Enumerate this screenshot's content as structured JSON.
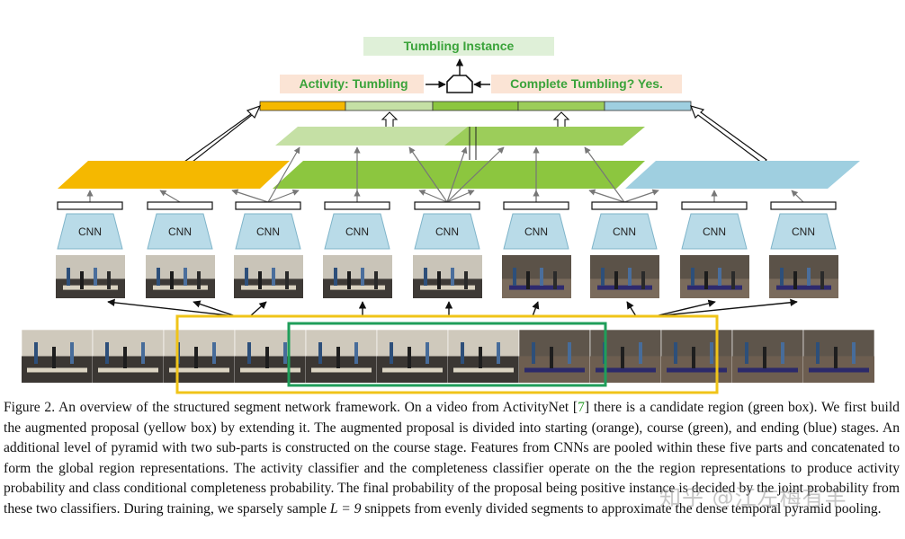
{
  "labels": {
    "top": "Tumbling Instance",
    "activity": "Activity: Tumbling",
    "complete": "Complete Tumbling? Yes.",
    "cnn": "CNN"
  },
  "colors": {
    "start": "#f5b800",
    "course": "#8cc63f",
    "course_light": "#c5e0a5",
    "course_mid": "#9ccd5a",
    "end": "#9fcfe0",
    "top_box": "#dff0d8",
    "label_box": "#fbe4d5",
    "green_text": "#3aa33a",
    "cnn_fill": "#b9dbe8",
    "yellow_box": "#f0c419",
    "green_box": "#1f9e5a"
  },
  "caption": {
    "prefix": "Figure 2. An overview of the structured segment network framework. On a video from ActivityNet [",
    "ref": "7",
    "middle": "] there is a candidate region (green box). We first build the augmented proposal (yellow box) by extending it. The augmented proposal is divided into starting (orange), course (green), and ending (blue) stages. An additional level of pyramid with two sub-parts is constructed on the course stage. Features from CNNs are pooled within these five parts and concatenated to form the global region representations. The activity classifier and the completeness classifier operate on the the region representations to produce activity probability and class conditional completeness probability. The final probability of the proposal being positive instance is decided by the joint probability from these two classifiers. During training, we sparsely sample ",
    "math": "L = 9",
    "suffix": " snippets from evenly divided segments to approximate the dense temporal pyramid pooling."
  },
  "watermark": "知乎 @江左梅有羊"
}
